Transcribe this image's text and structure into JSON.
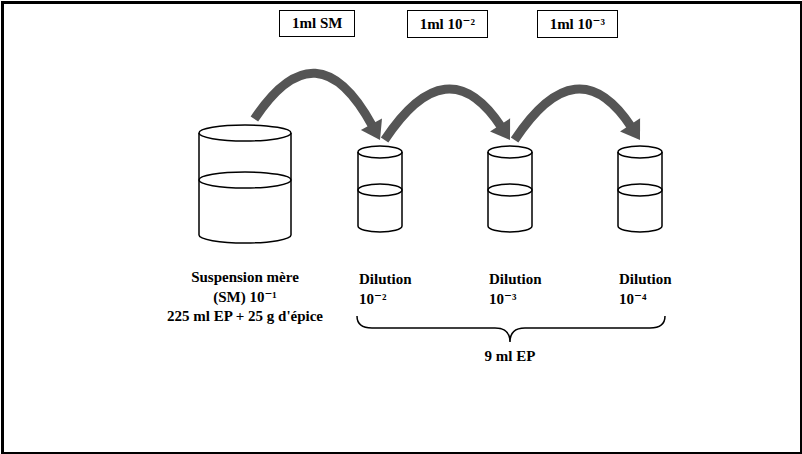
{
  "diagram": {
    "nodes": [
      {
        "text": [
          "Suspension mère (SM) 10⁻¹",
          "225 ml EP + 25 g d'épice"
        ]
      },
      {
        "text": [
          "Dilution 10⁻²"
        ]
      },
      {
        "text": [
          "Dilution 10⁻³"
        ]
      },
      {
        "text": [
          "Dilution 10⁻⁴"
        ]
      }
    ],
    "edges": [
      {
        "from": 0,
        "to": 1,
        "arrow": "to",
        "label": "1ml SM"
      },
      {
        "from": 1,
        "to": 2,
        "arrow": "to",
        "label": "1ml 10⁻²"
      },
      {
        "from": 2,
        "to": 3,
        "arrow": "to",
        "label": "1ml 10⁻³"
      }
    ],
    "labels": [
      "9 ml EP"
    ]
  }
}
